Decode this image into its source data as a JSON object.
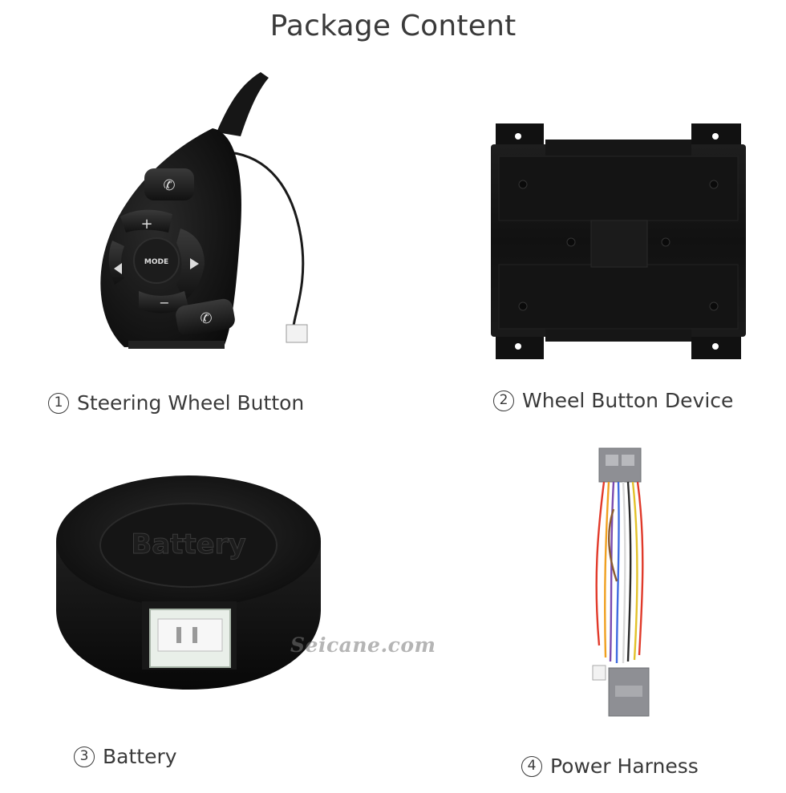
{
  "title": "Package Content",
  "items": [
    {
      "number": "1",
      "label": "Steering Wheel Button"
    },
    {
      "number": "2",
      "label": "Wheel Button Device"
    },
    {
      "number": "3",
      "label": "Battery"
    },
    {
      "number": "4",
      "label": "Power Harness"
    }
  ],
  "product_text": {
    "mode": "MODE",
    "plus": "+",
    "minus": "−",
    "battery_embossed": "Battery"
  },
  "watermark": "Seicane.com",
  "colors": {
    "text": "#3a3a3a",
    "plastic_black": "#121212",
    "connector_grey": "#8e8f94"
  }
}
